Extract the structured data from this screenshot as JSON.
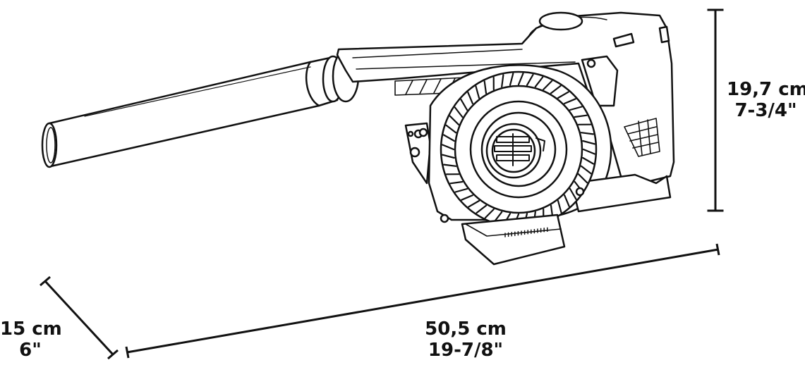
{
  "dimensions": {
    "height": {
      "metric": "19,7 cm",
      "imperial": "7-3/4\""
    },
    "depth": {
      "metric": "15 cm",
      "imperial": "6\""
    },
    "length": {
      "metric": "50,5 cm",
      "imperial": "19-7/8\""
    }
  },
  "product": {
    "icon": "leaf-blower-icon"
  }
}
